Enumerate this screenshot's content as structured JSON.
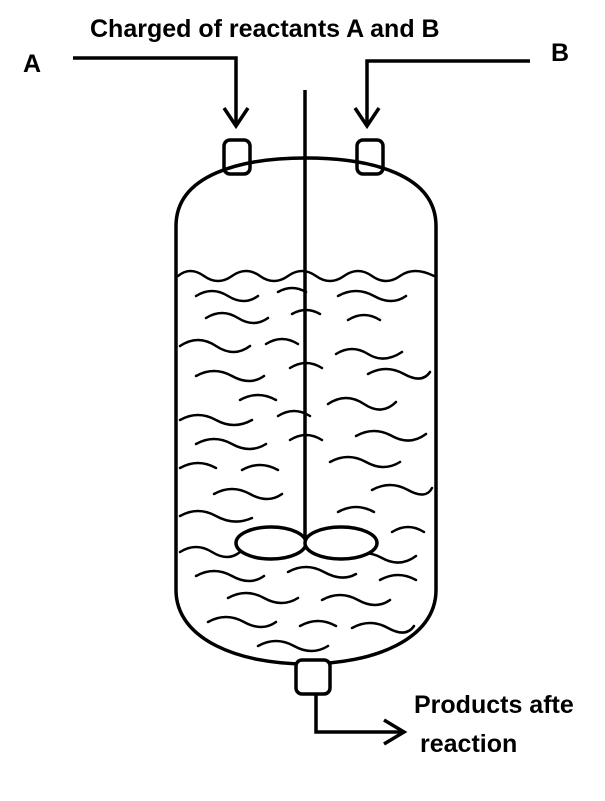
{
  "diagram": {
    "title": "Charged of reactants A and B",
    "inlet_a_label": "A",
    "inlet_b_label": "B",
    "outlet_label_line1": "Products afte",
    "outlet_label_line2": "reaction"
  },
  "colors": {
    "stroke": "#000000",
    "background": "#ffffff"
  }
}
